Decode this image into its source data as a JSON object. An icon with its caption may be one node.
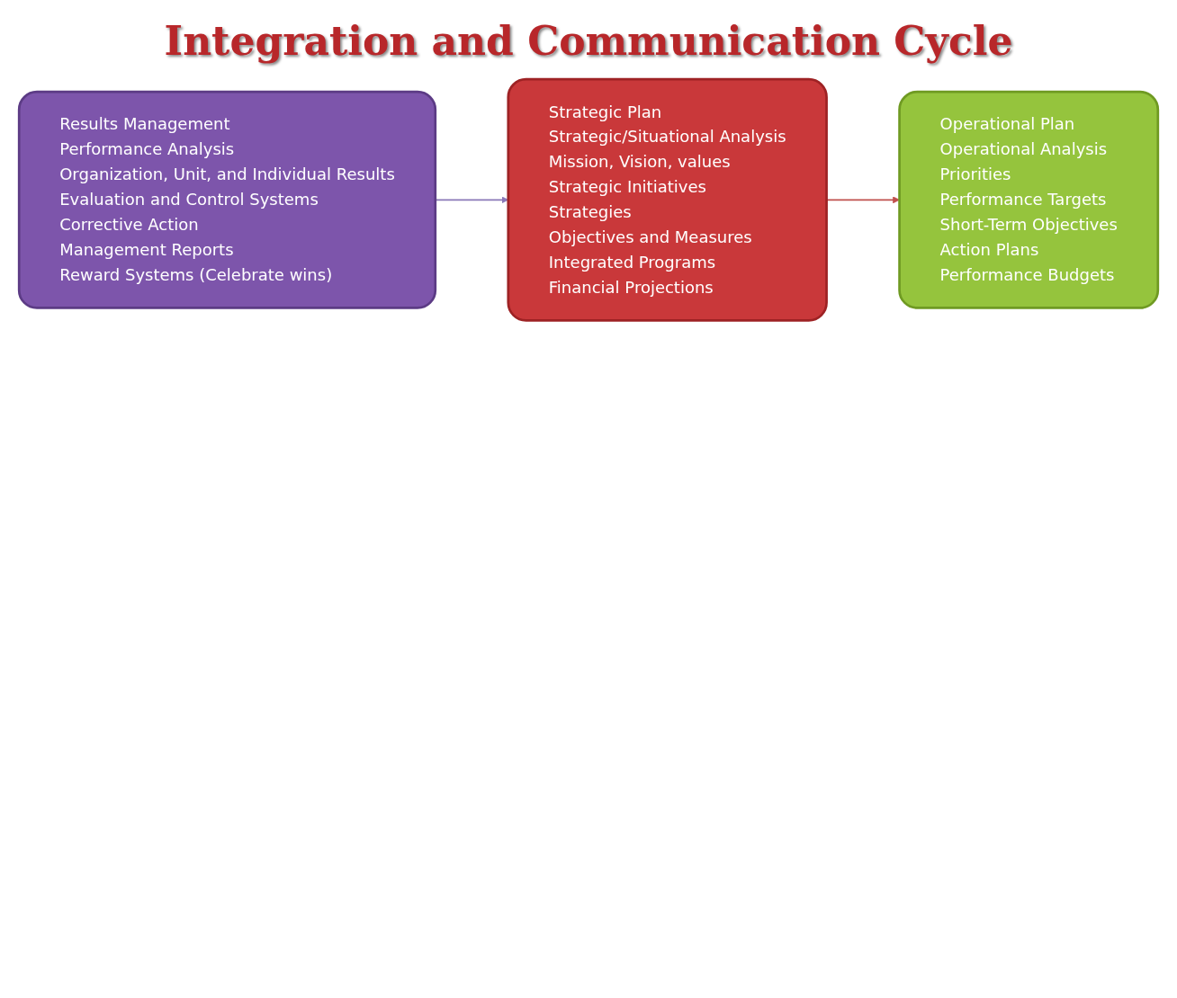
{
  "diagram": {
    "title": "Integration and Communication Cycle",
    "nodes": [
      {
        "text": [
          "Strategic Plan",
          "Strategic/Situational Analysis",
          "Mission, Vision, values",
          "Strategic Initiatives",
          "Strategies",
          "Objectives and Measures",
          "Integrated Programs",
          "Financial Projections"
        ]
      },
      {
        "text": [
          "Results Management",
          "Performance Analysis",
          "Organization, Unit, and Individual Results",
          "Evaluation and Control Systems",
          "Corrective Action",
          "Management Reports",
          "Reward Systems (Celebrate wins)"
        ]
      },
      {
        "text": [
          "Operational Plan",
          "Operational Analysis",
          "Priorities",
          "Performance Targets",
          "Short-Term Objectives",
          "Action Plans",
          "Performance Budgets"
        ]
      }
    ],
    "edges": [
      {
        "from": 1,
        "to": 0,
        "arrow": "to",
        "color": "#8a78b8"
      },
      {
        "from": 0,
        "to": 2,
        "arrow": "to",
        "color": "#c0504d"
      }
    ]
  }
}
